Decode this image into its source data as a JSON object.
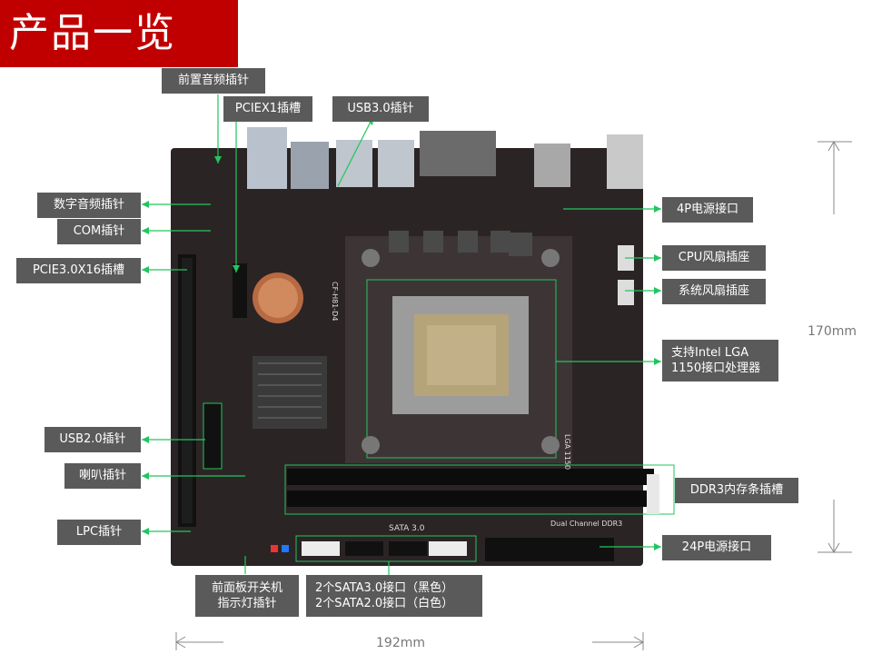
{
  "banner": {
    "title": "产品一览"
  },
  "labels": {
    "front_audio": "前置音频插针",
    "pciex1": "PCIEX1插槽",
    "usb30": "USB3.0插针",
    "digital_audio": "数字音频插针",
    "com": "COM插针",
    "pcie16": "PCIE3.0X16插槽",
    "usb20": "USB2.0插针",
    "speaker": "喇叭插针",
    "lpc": "LPC插针",
    "power4p": "4P电源接口",
    "cpu_fan": "CPU风扇插座",
    "sys_fan": "系统风扇插座",
    "cpu_socket_line1": "支持Intel LGA",
    "cpu_socket_line2": "1150接口处理器",
    "ddr3": "DDR3内存条插槽",
    "power24p": "24P电源接口",
    "front_panel_line1": "前面板开关机",
    "front_panel_line2": "指示灯插针",
    "sata_line1": "2个SATA3.0接口（黑色）",
    "sata_line2": "2个SATA2.0接口（白色）"
  },
  "dimensions": {
    "height": "170mm",
    "width": "192mm"
  },
  "board_text": {
    "sata": "SATA 3.0",
    "ddr": "Dual Channel DDR3",
    "lga": "LGA 1150",
    "model": "CF-H81-D4"
  },
  "colors": {
    "banner": "#c00000",
    "label_bg": "#5a5a5a",
    "leader": "#22c55e",
    "board": "#2b2424"
  }
}
